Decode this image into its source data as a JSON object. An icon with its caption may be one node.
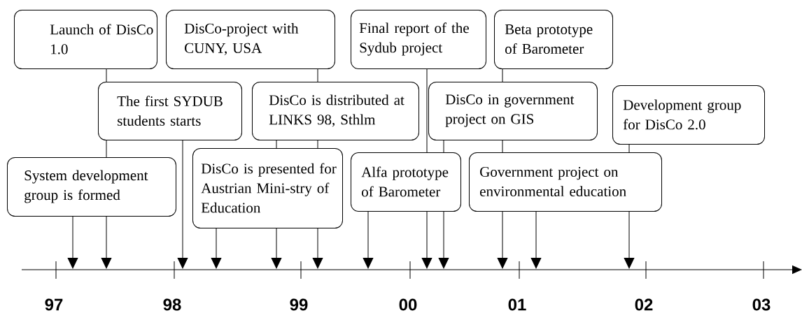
{
  "diagram": {
    "nodes": [
      {
        "text": [
          "Launch of DisCo 1.0"
        ]
      },
      {
        "text": [
          "DisCo-project with CUNY, USA"
        ]
      },
      {
        "text": [
          "Final report of the Sydub project"
        ]
      },
      {
        "text": [
          "Beta prototype of Barometer"
        ]
      },
      {
        "text": [
          "The first SYDUB students starts"
        ]
      },
      {
        "text": [
          "DisCo is distributed at LINKS 98, Sthlm"
        ]
      },
      {
        "text": [
          "DisCo in government project on GIS"
        ]
      },
      {
        "text": [
          "Development group for DisCo 2.0"
        ]
      },
      {
        "text": [
          "System development group is formed"
        ]
      },
      {
        "text": [
          "DisCo is presented for Austrian Mini-stry of Education"
        ]
      },
      {
        "text": [
          "Alfa prototype of Barometer"
        ]
      },
      {
        "text": [
          "Government project on environmental education"
        ]
      }
    ],
    "edges": [
      {
        "from": 8,
        "to": null,
        "arrow": "to"
      },
      {
        "from": 0,
        "to": null,
        "arrow": "to"
      },
      {
        "from": 4,
        "to": null,
        "arrow": "to"
      },
      {
        "from": 9,
        "to": null,
        "arrow": "to"
      },
      {
        "from": 5,
        "to": null,
        "arrow": "to"
      },
      {
        "from": 1,
        "to": null,
        "arrow": "to"
      },
      {
        "from": 10,
        "to": null,
        "arrow": "to"
      },
      {
        "from": 2,
        "to": null,
        "arrow": "to"
      },
      {
        "from": 6,
        "to": null,
        "arrow": "to"
      },
      {
        "from": 3,
        "to": null,
        "arrow": "to"
      },
      {
        "from": 11,
        "to": null,
        "arrow": "to"
      },
      {
        "from": 7,
        "to": null,
        "arrow": "to"
      }
    ],
    "labels": [
      "97",
      "98",
      "99",
      "00",
      "01",
      "02",
      "03"
    ]
  }
}
